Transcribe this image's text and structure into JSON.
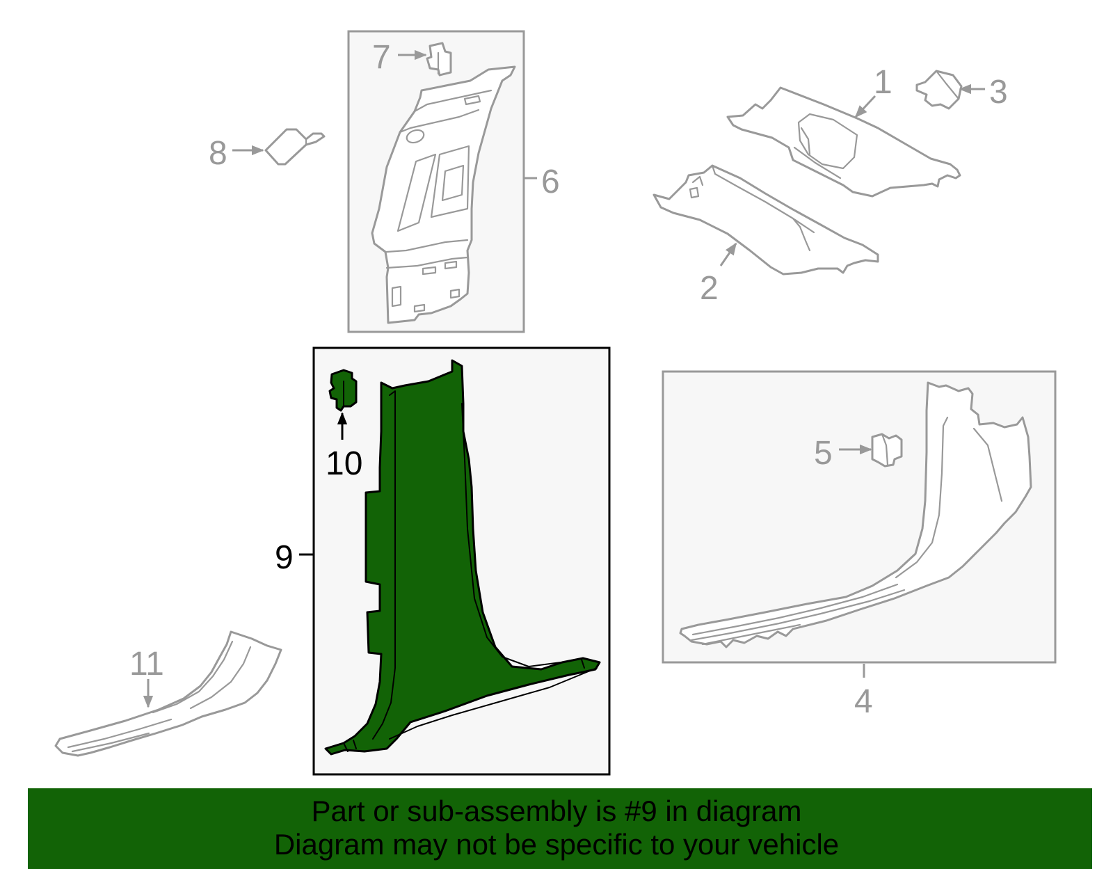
{
  "colors": {
    "highlight": "#126306",
    "part_outline": "#999999",
    "box_fill": "#f7f7f7"
  },
  "callouts": [
    {
      "id": "1",
      "label": "1"
    },
    {
      "id": "2",
      "label": "2"
    },
    {
      "id": "3",
      "label": "3"
    },
    {
      "id": "4",
      "label": "4"
    },
    {
      "id": "5",
      "label": "5"
    },
    {
      "id": "6",
      "label": "6"
    },
    {
      "id": "7",
      "label": "7"
    },
    {
      "id": "8",
      "label": "8"
    },
    {
      "id": "9",
      "label": "9",
      "highlighted": true
    },
    {
      "id": "10",
      "label": "10",
      "highlighted": true
    },
    {
      "id": "11",
      "label": "11"
    }
  ],
  "banner": {
    "line1": "Part or sub-assembly is #9 in diagram",
    "line2": "Diagram may not be specific to your vehicle"
  }
}
